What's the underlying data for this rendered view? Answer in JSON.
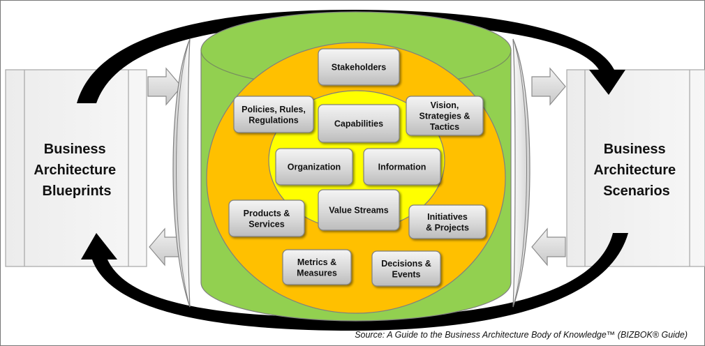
{
  "left_panel": {
    "lines": [
      "Business",
      "Architecture",
      "Blueprints"
    ]
  },
  "right_panel": {
    "lines": [
      "Business",
      "Architecture",
      "Scenarios"
    ]
  },
  "boxes": {
    "stakeholders": [
      "Stakeholders"
    ],
    "policies": [
      "Policies, Rules,",
      "Regulations"
    ],
    "capabilities": [
      "Capabilities"
    ],
    "vision": [
      "Vision,",
      "Strategies &",
      "Tactics"
    ],
    "organization": [
      "Organization"
    ],
    "information": [
      "Information"
    ],
    "products": [
      "Products &",
      "Services"
    ],
    "value_streams": [
      "Value Streams"
    ],
    "initiatives": [
      "Initiatives",
      "& Projects"
    ],
    "metrics": [
      "Metrics &",
      "Measures"
    ],
    "decisions": [
      "Decisions &",
      "Events"
    ]
  },
  "source": "Source: A Guide to the Business Architecture Body of Knowledge™ (BIZBOK® Guide)",
  "colors": {
    "cylinder": "#92D050",
    "ring": "#FFC000",
    "core": "#FFFF00",
    "panel": "#F2F2F2",
    "box": "#D9D9D9",
    "arrow": "#000000"
  }
}
